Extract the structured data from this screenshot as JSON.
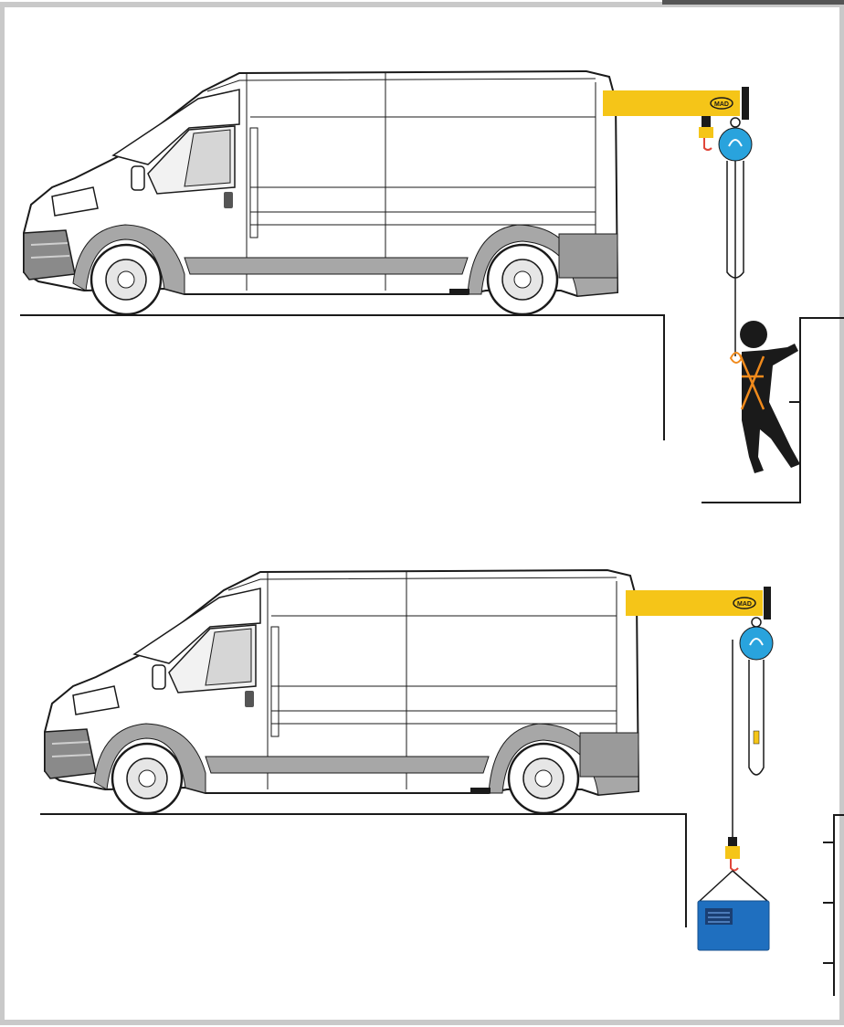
{
  "scenes": [
    {
      "id": "worker-rescue",
      "boom_logo": "MAD"
    },
    {
      "id": "load-lifting",
      "boom_logo": "MAD"
    }
  ],
  "colors": {
    "frame_border": "#c9c9c9",
    "boom_yellow": "#f5c518",
    "winch_blue": "#29a3dd",
    "load_blue": "#1f6fbf",
    "van_grey": "#a7a7a7",
    "harness_orange": "#f08a1c",
    "hook_red": "#e0463a",
    "line_black": "#1a1a1a"
  },
  "icons": [
    "van-icon",
    "davit-boom-icon",
    "winch-icon",
    "hook-icon",
    "worker-icon",
    "harness-icon",
    "load-box-icon"
  ]
}
